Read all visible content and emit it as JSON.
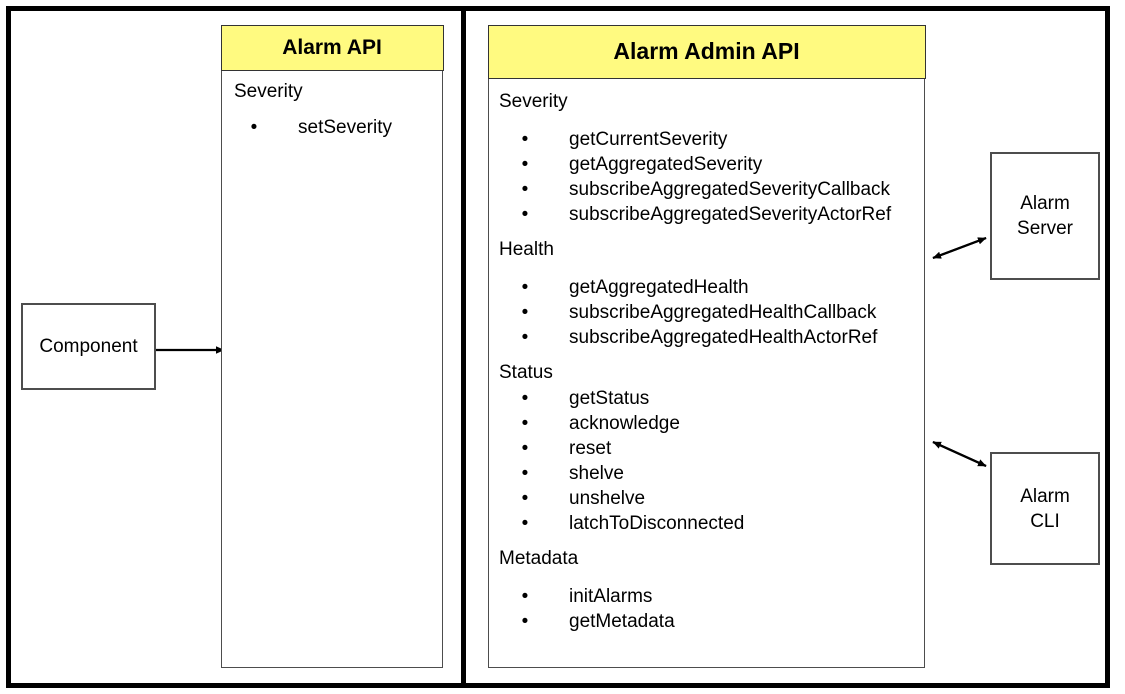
{
  "diagram": {
    "title": "Alarm API and Alarm Admin API component diagram",
    "accent_yellow": "#FFFA80",
    "frame_color": "#000000",
    "box_border_color": "#4D4D4D"
  },
  "left_panel": {
    "component_box": {
      "label": "Component"
    },
    "alarm_api": {
      "header": "Alarm API",
      "sections": [
        {
          "title": "Severity",
          "items": [
            "setSeverity"
          ]
        }
      ]
    },
    "component_arrow": {
      "icon": "arrow-right-icon",
      "direction": "right"
    }
  },
  "right_panel": {
    "alarm_admin_api": {
      "header": "Alarm Admin API",
      "sections": [
        {
          "title": "Severity",
          "spacing": "loose",
          "items": [
            "getCurrentSeverity",
            "getAggregatedSeverity",
            "subscribeAggregatedSeverityCallback",
            "subscribeAggregatedSeverityActorRef"
          ]
        },
        {
          "title": "Health",
          "spacing": "loose",
          "items": [
            "getAggregatedHealth",
            "subscribeAggregatedHealthCallback",
            "subscribeAggregatedHealthActorRef"
          ]
        },
        {
          "title": "Status",
          "spacing": "tight",
          "items": [
            "getStatus",
            "acknowledge",
            "reset",
            "shelve",
            "unshelve",
            "latchToDisconnected"
          ]
        },
        {
          "title": "Metadata",
          "spacing": "loose",
          "items": [
            "initAlarms",
            "getMetadata"
          ]
        }
      ]
    }
  },
  "external_boxes": [
    {
      "name": "alarm-server",
      "label": "Alarm\nServer",
      "arrow": {
        "icon": "double-arrow-icon",
        "direction": "bidirectional"
      }
    },
    {
      "name": "alarm-cli",
      "label": "Alarm\nCLI",
      "arrow": {
        "icon": "double-arrow-icon",
        "direction": "bidirectional"
      }
    }
  ],
  "bullet_glyph": "•"
}
